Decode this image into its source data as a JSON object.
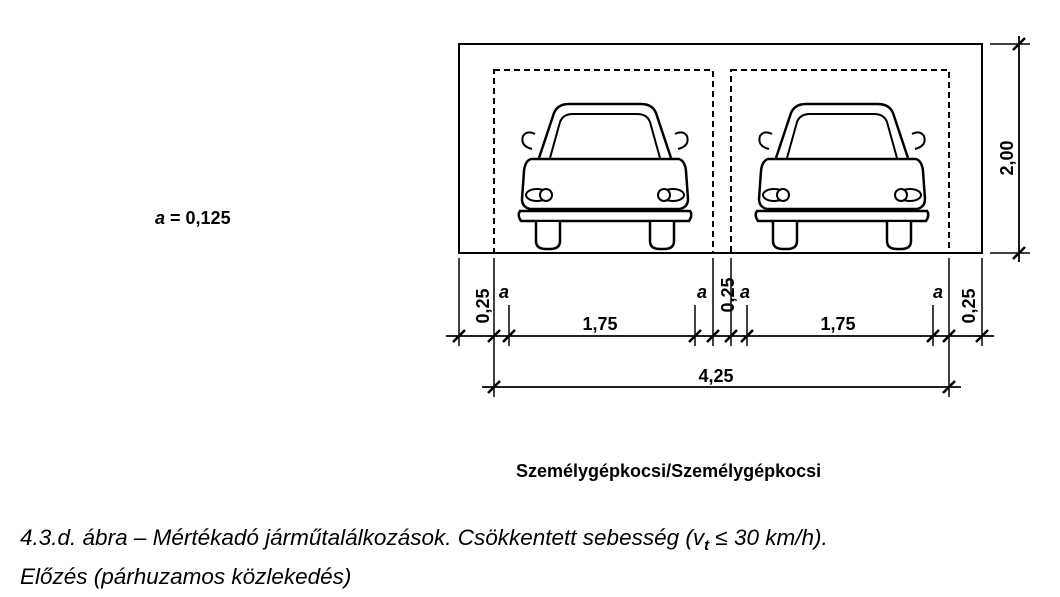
{
  "parameter": {
    "symbol": "a",
    "equals": " = 0,125"
  },
  "dimensions": {
    "height": "2,00",
    "edge_gap_left": "0,25",
    "edge_gap_middle": "0,25",
    "edge_gap_right": "0,25",
    "lane_width_left": "1,75",
    "lane_width_right": "1,75",
    "total_width": "4,25",
    "clearance_symbol": "a"
  },
  "vehicle_label": "Személygépkocsi/Személygépkocsi",
  "caption": {
    "line1_before_subscript": "4.3.d. ábra – Mértékadó járműtalálkozások. Csökkentett sebesség (v",
    "subscript": "t",
    "line1_after_subscript": " ≤ 30 km/h).",
    "line2": "Előzés (párhuzamos közlekedés)"
  }
}
